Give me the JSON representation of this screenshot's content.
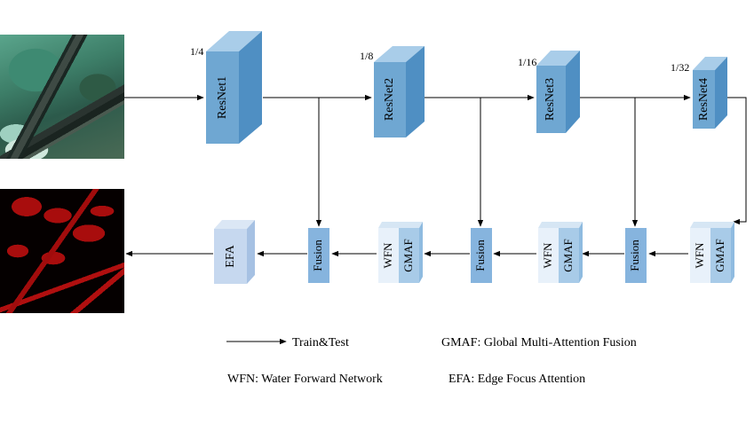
{
  "encoder": {
    "blocks": [
      {
        "label": "ResNet1",
        "scale": "1/4"
      },
      {
        "label": "ResNet2",
        "scale": "1/8"
      },
      {
        "label": "ResNet3",
        "scale": "1/16"
      },
      {
        "label": "ResNet4",
        "scale": "1/32"
      }
    ]
  },
  "decoder": {
    "wfn_label": "WFN",
    "gmaf_label": "GMAF",
    "fusion_label": "Fusion",
    "efa_label": "EFA"
  },
  "legend": {
    "arrow_label": "Train&Test",
    "gmaf": "GMAF: Global Multi-Attention Fusion",
    "wfn": "WFN: Water Forward Network",
    "efa": "EFA: Edge Focus Attention"
  },
  "colors": {
    "resnet_front": "#6fa7d2",
    "resnet_top": "#a9cde9",
    "resnet_side": "#4f8fc3",
    "fusion": "#86b4de",
    "wfn": "#e8f1fa",
    "gmaf": "#a8cbe8",
    "efa_front": "#c6d8ef",
    "efa_top": "#dbe7f5",
    "efa_side": "#a6c1e3",
    "water_mask": "#a80d0d"
  }
}
